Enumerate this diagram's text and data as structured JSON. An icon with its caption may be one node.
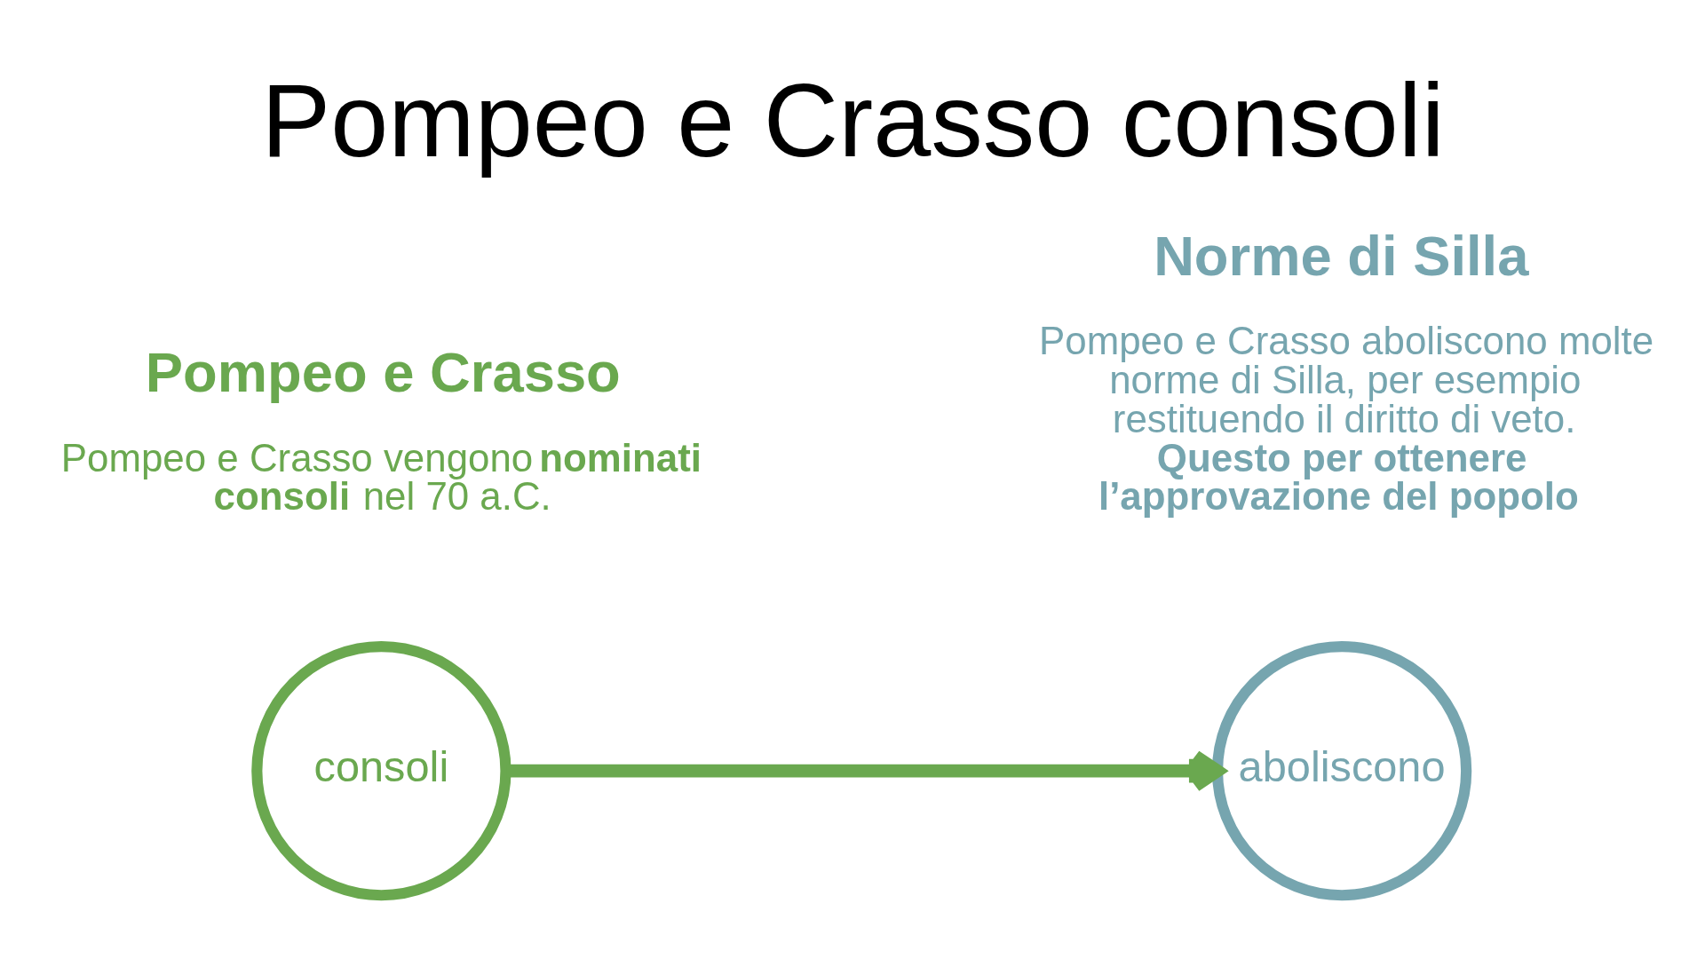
{
  "diagram": {
    "title": "Pompeo e Crasso consoli",
    "nodes": [
      {
        "text": [
          "consoli"
        ],
        "beside": [
          "Pompeo e Crasso",
          "Pompeo e Crasso vengono **nominati consoli** nel 70 a.C."
        ]
      },
      {
        "text": [
          "aboliscono"
        ],
        "beside": [
          "Norme di Silla",
          "Pompeo e Crasso aboliscono molte norme di Silla, per esempio restituendo il diritto di veto. **Questo per ottenere l’approvazione del popolo**"
        ]
      }
    ],
    "edges": [
      {
        "from": 0,
        "to": 1,
        "arrow": "to"
      }
    ]
  }
}
